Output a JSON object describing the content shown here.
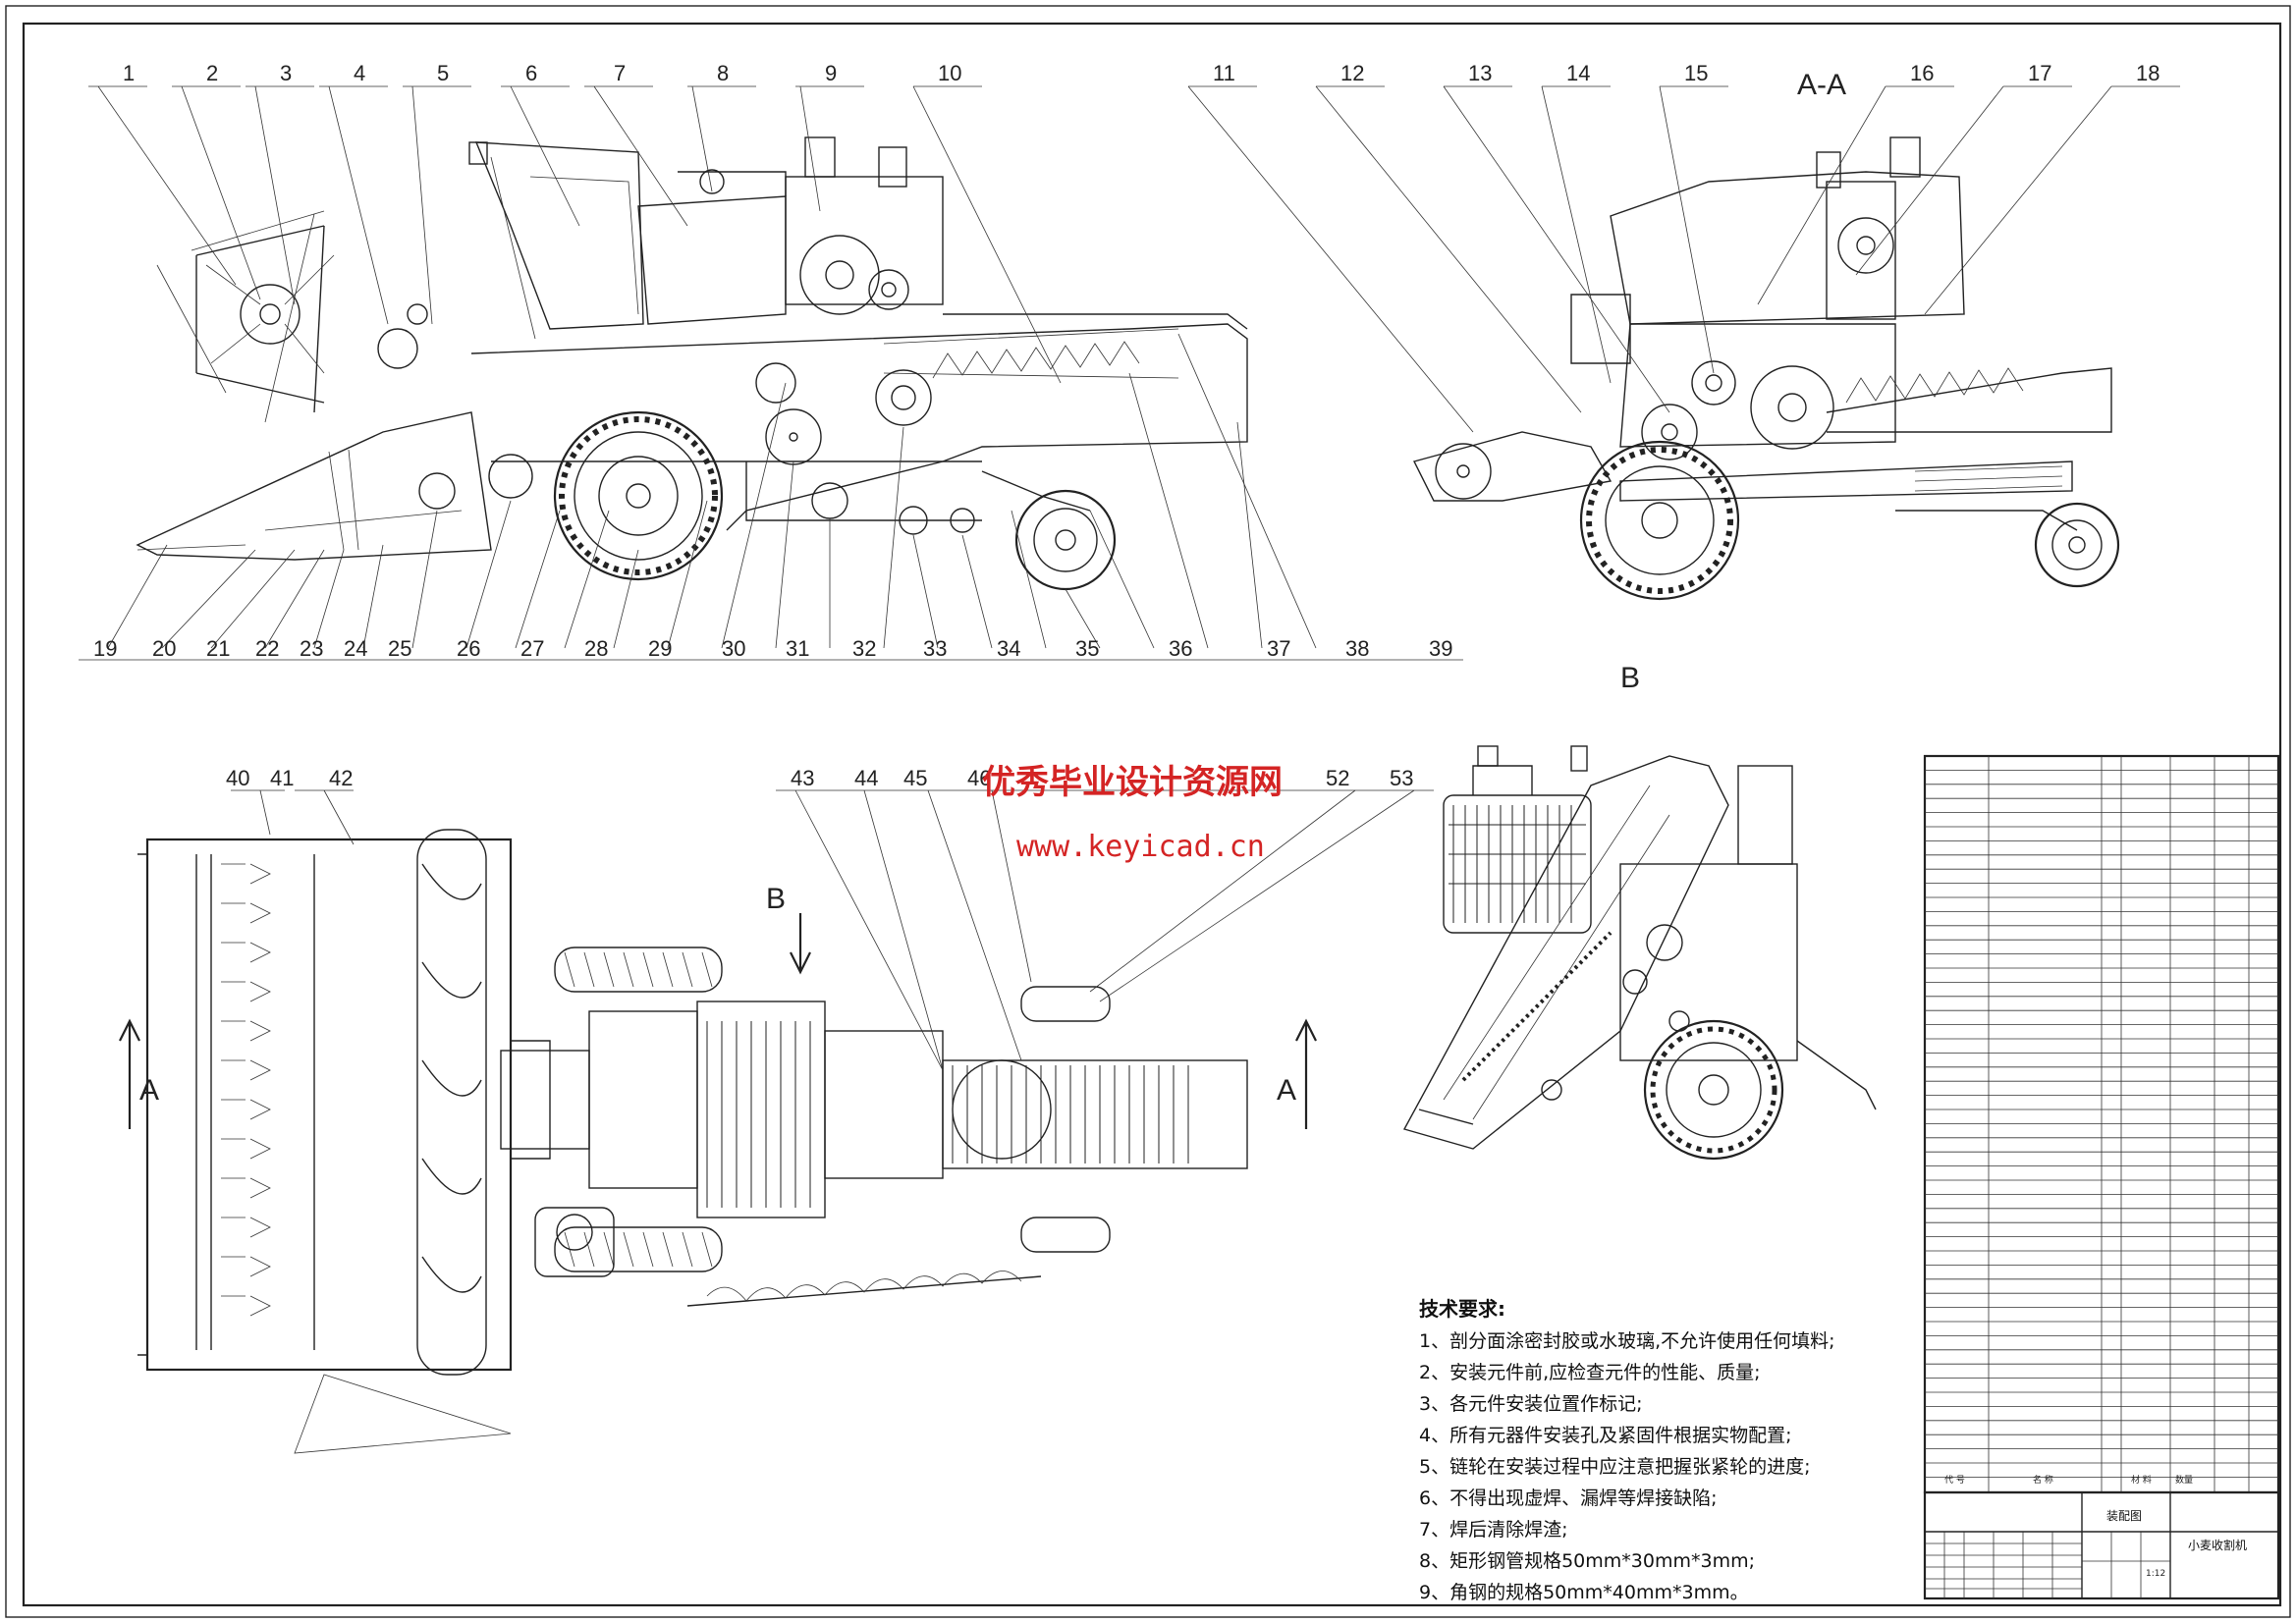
{
  "watermark": {
    "line1": "优秀毕业设计资源网",
    "line2": "www.keyicad.cn",
    "color": "#d42424"
  },
  "view_labels": {
    "section": "A-A",
    "view_b": "B",
    "arrow_a_left": "A",
    "arrow_a_right": "A",
    "arrow_b": "B"
  },
  "callouts_top": [
    "1",
    "2",
    "3",
    "4",
    "5",
    "6",
    "7",
    "8",
    "9",
    "10",
    "11",
    "12",
    "13",
    "14",
    "15",
    "16",
    "17",
    "18"
  ],
  "callouts_bottom": [
    "19",
    "20",
    "21",
    "22",
    "23",
    "24",
    "25",
    "26",
    "27",
    "28",
    "29",
    "30",
    "31",
    "32",
    "33",
    "34",
    "35",
    "36",
    "37",
    "38",
    "39"
  ],
  "callouts_plan": [
    "40",
    "41",
    "42",
    "43",
    "44",
    "45",
    "46",
    "52",
    "53"
  ],
  "tech_requirements": {
    "title": "技术要求:",
    "items": [
      "1、剖分面涂密封胶或水玻璃,不允许使用任何填料;",
      "2、安装元件前,应检查元件的性能、质量;",
      "3、各元件安装位置作标记;",
      "4、所有元器件安装孔及紧固件根据实物配置;",
      "5、链轮在安装过程中应注意把握张紧轮的进度;",
      "6、不得出现虚焊、漏焊等焊接缺陷;",
      "7、焊后清除焊渣;",
      "8、矩形钢管规格50mm*30mm*3mm;",
      "9、角钢的规格50mm*40mm*3mm。"
    ]
  },
  "title_block": {
    "drawing_name": "装配图",
    "product_name": "小麦收割机",
    "scale": "1:12",
    "header_code": "代  号",
    "header_name": "名  称",
    "header_material": "材  料",
    "header_qty": "数量"
  }
}
